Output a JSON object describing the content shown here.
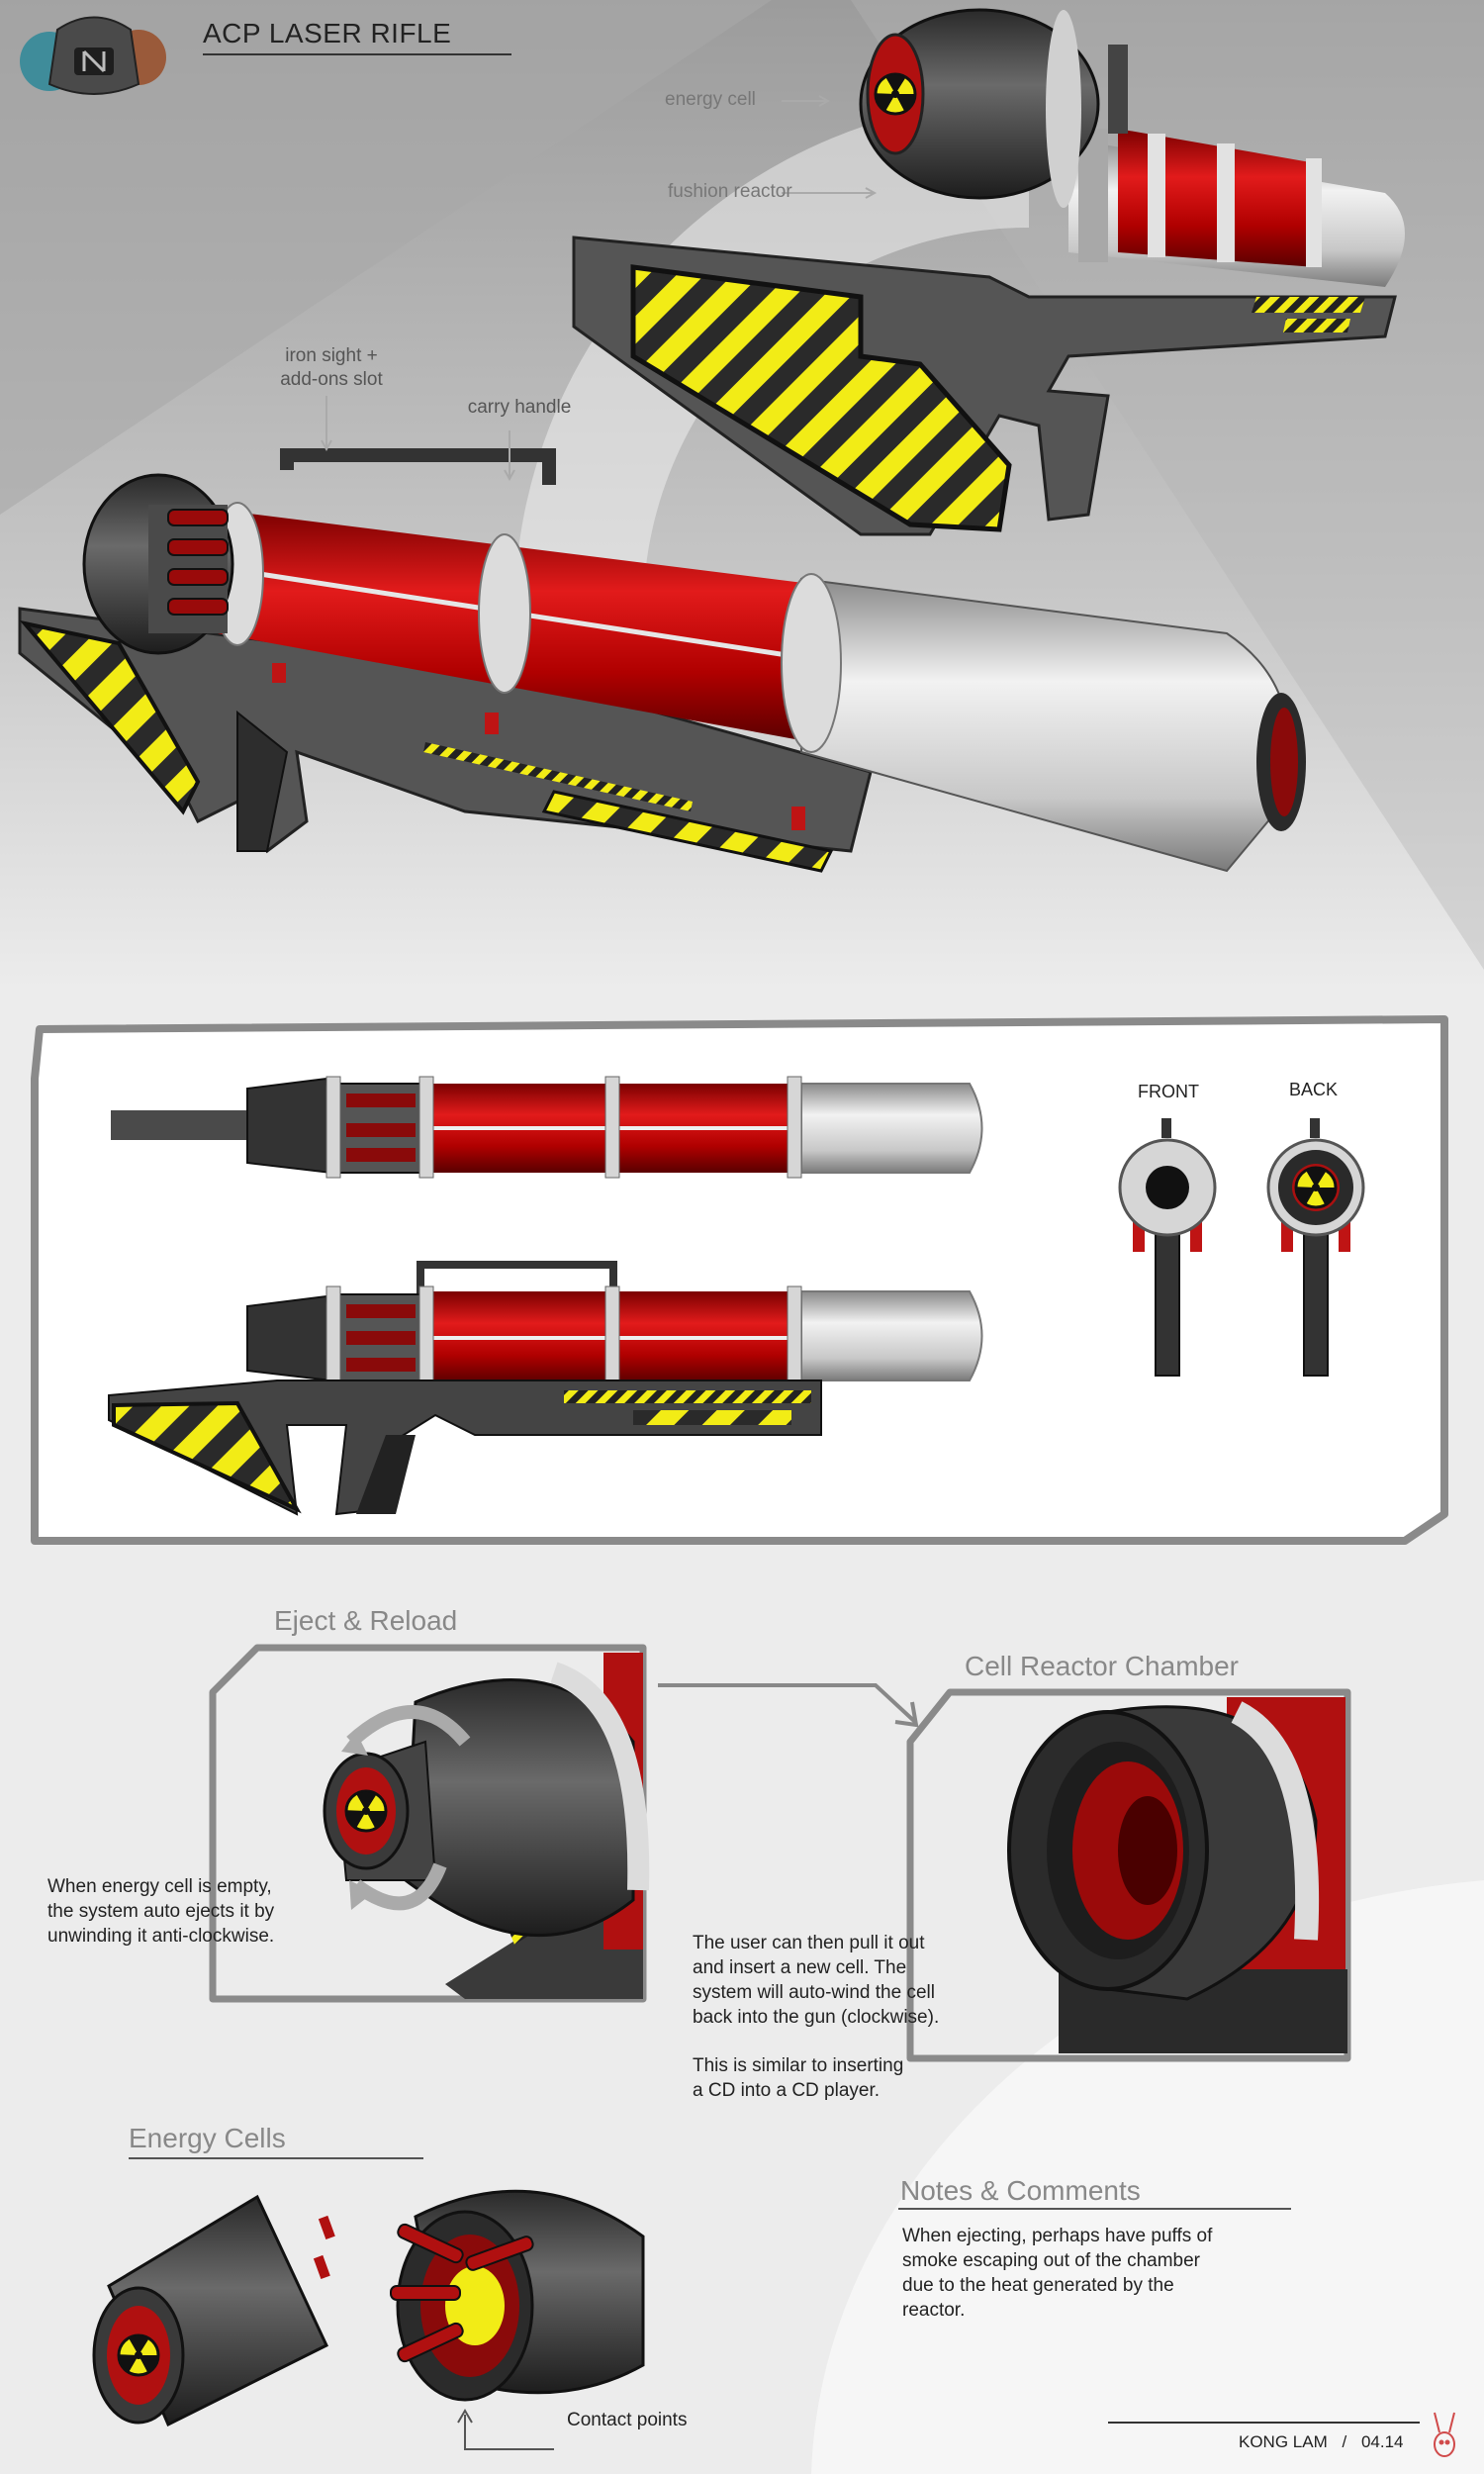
{
  "header": {
    "title": "ACP LASER RIFLE"
  },
  "callouts": {
    "energy_cell": "energy cell",
    "fusion_reactor": "fushion reactor",
    "iron_sight_line1": "iron sight +",
    "iron_sight_line2": "add-ons slot",
    "carry_handle": "carry handle"
  },
  "views": {
    "front": "FRONT",
    "back": "BACK"
  },
  "eject": {
    "title": "Eject & Reload",
    "text": [
      "When energy cell is empty,",
      "the system auto ejects it by",
      "unwinding it anti-clockwise."
    ]
  },
  "chamber": {
    "title": "Cell Reactor Chamber",
    "text": [
      "The user can then pull it out",
      "and insert a new cell.  The",
      "system will auto-wind the cell",
      "back into the gun (clockwise)."
    ],
    "text2": [
      "This is similar to inserting",
      "a CD into a CD player."
    ]
  },
  "energy_cells": {
    "title": "Energy Cells",
    "contact_points": "Contact points"
  },
  "notes": {
    "title": "Notes & Comments",
    "text": [
      "When ejecting, perhaps have puffs of",
      "smoke escaping out of the chamber",
      "due to the heat generated by the",
      "reactor."
    ]
  },
  "footer": {
    "author": "KONG LAM",
    "sep": "/",
    "date": "04.14"
  }
}
